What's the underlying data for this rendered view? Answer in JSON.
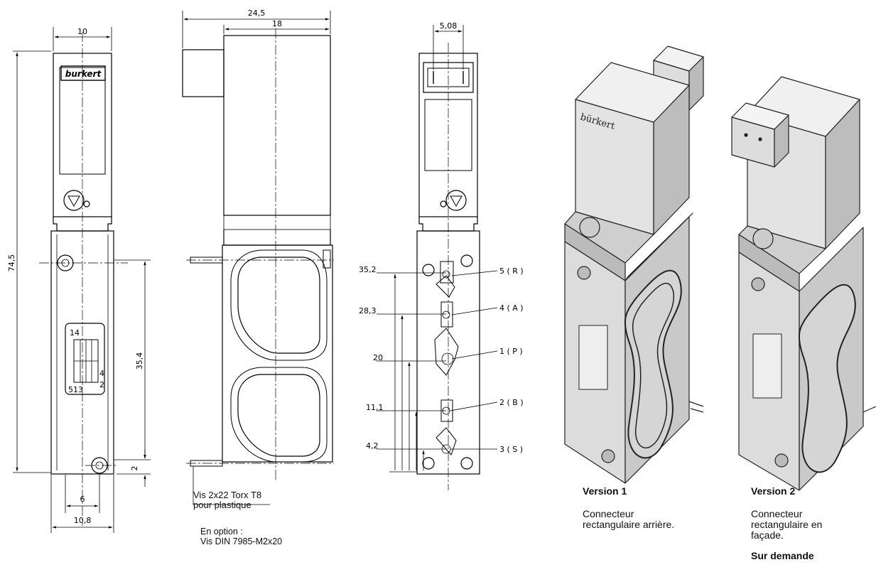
{
  "front_view": {
    "dims": {
      "width_top": "10",
      "height_total": "74,5",
      "height_ports": "35,4",
      "bottom_offset": "2",
      "hole_spacing": "6",
      "width_bottom": "10,8"
    },
    "logo": "burkert",
    "symbol": {
      "top_left": "14",
      "bottom_left": "513",
      "right_4": "4",
      "right_2": "2"
    }
  },
  "side_view": {
    "dims": {
      "width_overall": "24,5",
      "width_body": "18"
    },
    "screw_note_line1": "Vis 2x22 Torx T8",
    "screw_note_line2": "pour plastique",
    "option_line1": "En option :",
    "option_line2": "Vis DIN 7985-M2x20"
  },
  "back_view": {
    "dims": {
      "pin_spacing": "5,08"
    },
    "ports": [
      {
        "height": "35,2",
        "label": "5 ( R )"
      },
      {
        "height": "28,3",
        "label": "4 ( A )"
      },
      {
        "height": "20",
        "label": "1 ( P )"
      },
      {
        "height": "11,1",
        "label": "2 ( B )"
      },
      {
        "height": "4,2",
        "label": "3 ( S )"
      }
    ]
  },
  "version1": {
    "title": "Version 1",
    "desc_line1": "Connecteur",
    "desc_line2": "rectangulaire arrière.",
    "logo": "bürkert"
  },
  "version2": {
    "title": "Version 2",
    "desc_line1": "Connecteur",
    "desc_line2": "rectangulaire en",
    "desc_line3": "façade.",
    "extra": "Sur demande"
  }
}
